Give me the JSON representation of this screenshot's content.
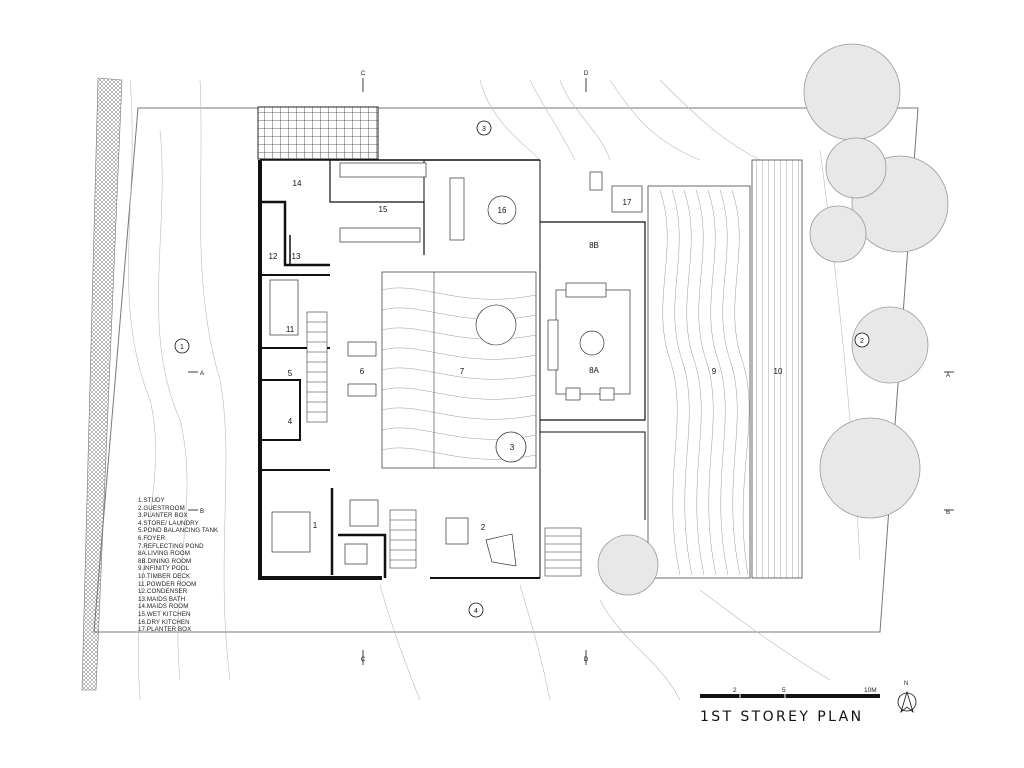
{
  "title": "1ST STOREY PLAN",
  "legend": [
    "1.STUDY",
    "2.GUESTROOM",
    "3.PLANTER BOX",
    "4.STORE/ LAUNDRY",
    "5.POND BALANCING TANK",
    "6.FOYER",
    "7.REFLECTING POND",
    "8A.LIVING ROOM",
    "8B.DINING ROOM",
    "9.INFINITY POOL",
    "10.TIMBER DECK",
    "11.POWDER ROOM",
    "12.CONDENSER",
    "13.MAIDS BATH",
    "14.MAIDS ROOM",
    "15.WET KITCHEN",
    "16.DRY KITCHEN",
    "17.PLANTER BOX"
  ],
  "room_numbers": [
    "1",
    "2",
    "3",
    "4",
    "5",
    "6",
    "7",
    "8A",
    "8B",
    "9",
    "10",
    "11",
    "12",
    "13",
    "14",
    "15",
    "16",
    "17"
  ],
  "section_marks": {
    "A": "A",
    "B": "B",
    "C": "C",
    "D": "D"
  },
  "view_markers": [
    "1",
    "2",
    "3",
    "4"
  ],
  "scale": {
    "labels": [
      "2",
      "5",
      "10M"
    ]
  },
  "north": "N"
}
